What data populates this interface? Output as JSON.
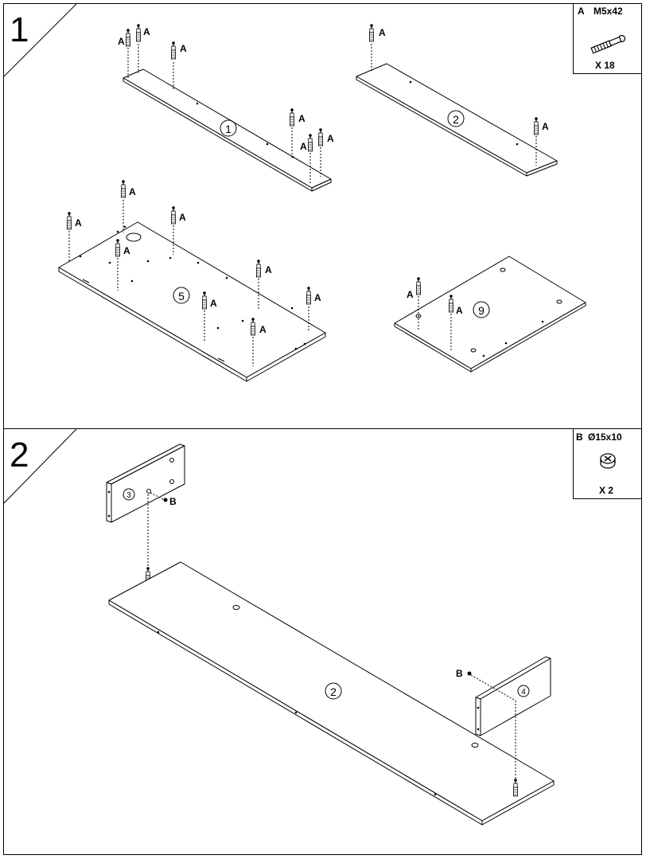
{
  "steps": [
    {
      "number": "1",
      "part_box": {
        "letter": "A",
        "spec": "M5x42",
        "quantity": "X 18",
        "icon": "cam-bolt-icon"
      },
      "part_numbers": [
        "1",
        "2",
        "5",
        "9"
      ],
      "fastener_label": "A"
    },
    {
      "number": "2",
      "part_box": {
        "letter": "B",
        "spec": "Ø15x10",
        "quantity": "X 2",
        "icon": "cam-lock-icon"
      },
      "part_numbers": [
        "3",
        "2",
        "4"
      ],
      "fastener_label": "B"
    }
  ]
}
